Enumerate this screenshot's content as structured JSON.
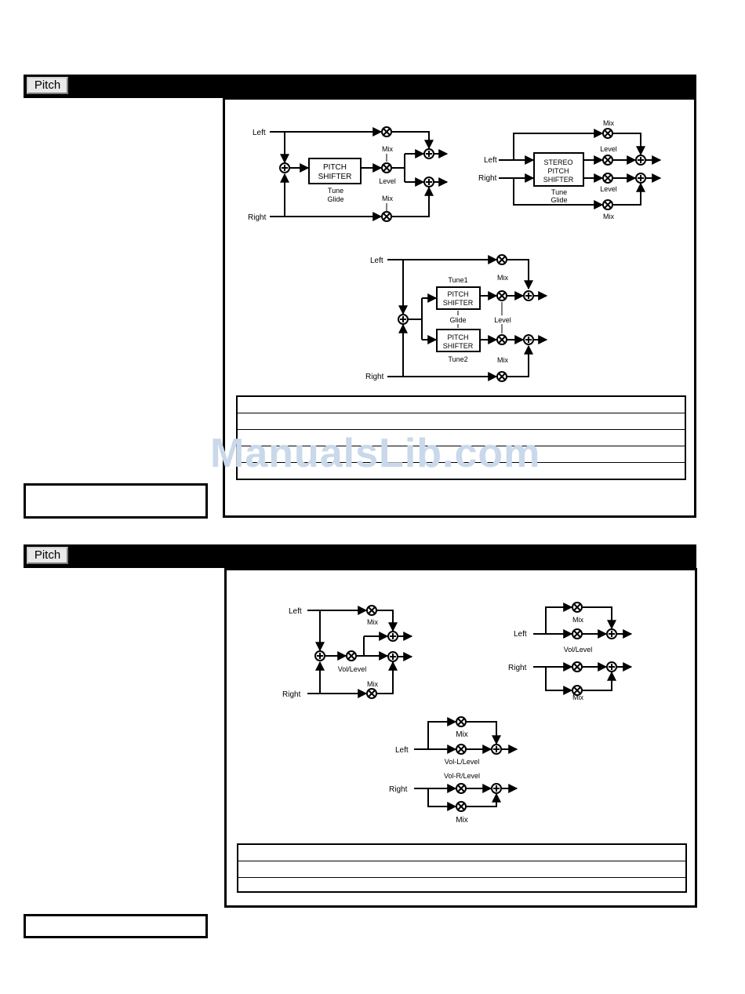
{
  "sections": [
    {
      "tab_label": "Pitch",
      "diagram_a": {
        "left": "Left",
        "right": "Right",
        "block_line1": "PITCH",
        "block_line2": "SHIFTER",
        "params_line1": "Tune",
        "params_line2": "Glide",
        "mix": "Mix",
        "level": "Level"
      },
      "diagram_b": {
        "left": "Left",
        "right": "Right",
        "block_line1": "STEREO",
        "block_line2": "PITCH",
        "block_line3": "SHIFTER",
        "params_line1": "Tune",
        "params_line2": "Glide",
        "mix": "Mix",
        "level": "Level"
      },
      "diagram_c": {
        "left": "Left",
        "right": "Right",
        "tune1": "Tune1",
        "tune2": "Tune2",
        "glide": "Glide",
        "block_line1": "PITCH",
        "block_line2": "SHIFTER",
        "mix": "Mix",
        "level": "Level"
      }
    },
    {
      "tab_label": "Pitch",
      "diagram_a": {
        "left": "Left",
        "right": "Right",
        "mix": "Mix",
        "vol_level": "Vol/Level"
      },
      "diagram_b": {
        "left": "Left",
        "right": "Right",
        "mix": "Mix",
        "vol_level": "Vol/Level"
      },
      "diagram_c": {
        "left": "Left",
        "right": "Right",
        "mix": "Mix",
        "vol_l_level": "Vol-L/Level",
        "vol_r_level": "Vol-R/Level"
      }
    }
  ],
  "watermark": "ManualsLib.com"
}
